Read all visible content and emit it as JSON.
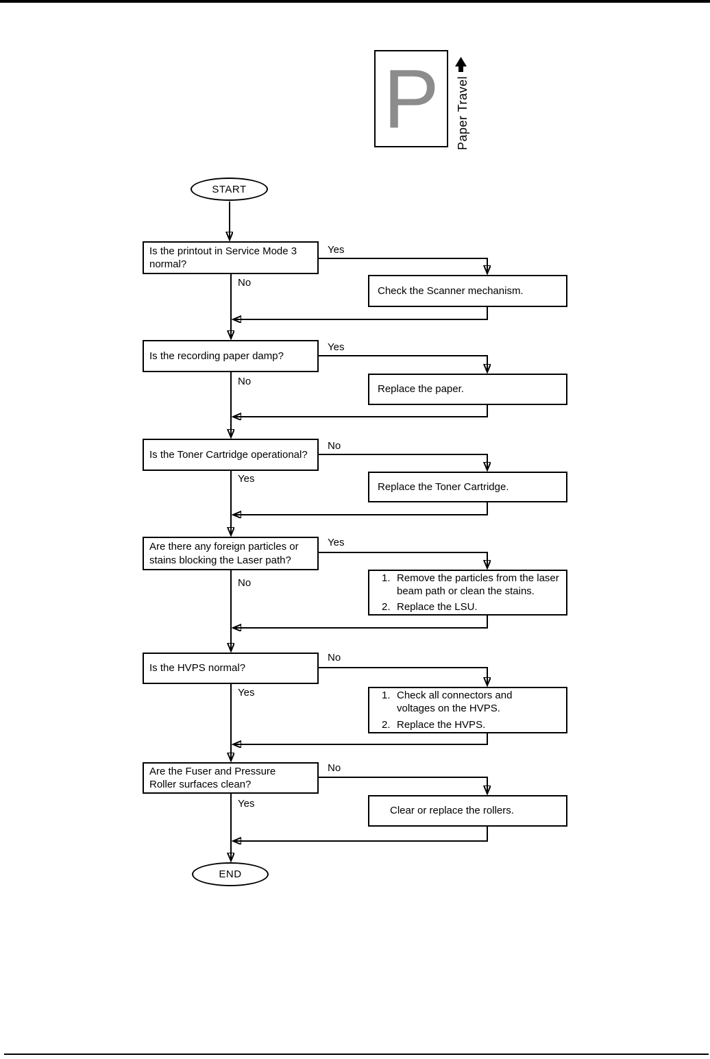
{
  "page": {
    "paper_sample": {
      "letter": "P",
      "travel_label": "Paper Travel"
    },
    "flowchart": {
      "start_label": "START",
      "end_label": "END",
      "steps": [
        {
          "question": "Is the printout in Service Mode 3 normal?",
          "branch_label": "Yes",
          "continue_label": "No",
          "action_lines": [
            {
              "num": "",
              "text": "Check the Scanner mechanism."
            }
          ]
        },
        {
          "question": "Is the recording paper damp?",
          "branch_label": "Yes",
          "continue_label": "No",
          "action_lines": [
            {
              "num": "",
              "text": "Replace the paper."
            }
          ]
        },
        {
          "question": "Is the Toner Cartridge operational?",
          "branch_label": "No",
          "continue_label": "Yes",
          "action_lines": [
            {
              "num": "",
              "text": "Replace the Toner Cartridge."
            }
          ]
        },
        {
          "question": "Are there any foreign particles or stains blocking the Laser path?",
          "branch_label": "Yes",
          "continue_label": "No",
          "action_lines": [
            {
              "num": "1.",
              "text": "Remove the particles from the laser beam path or clean the stains."
            },
            {
              "num": "2.",
              "text": "Replace the LSU."
            }
          ]
        },
        {
          "question": "Is the HVPS normal?",
          "branch_label": "No",
          "continue_label": "Yes",
          "action_lines": [
            {
              "num": "1.",
              "text": "Check all connectors and voltages on the HVPS."
            },
            {
              "num": "2.",
              "text": "Replace the HVPS."
            }
          ]
        },
        {
          "question": "Are the Fuser and Pressure Roller surfaces clean?",
          "branch_label": "No",
          "continue_label": "Yes",
          "action_lines": [
            {
              "num": "",
              "text": "Clear or replace the rollers."
            }
          ]
        }
      ]
    }
  }
}
